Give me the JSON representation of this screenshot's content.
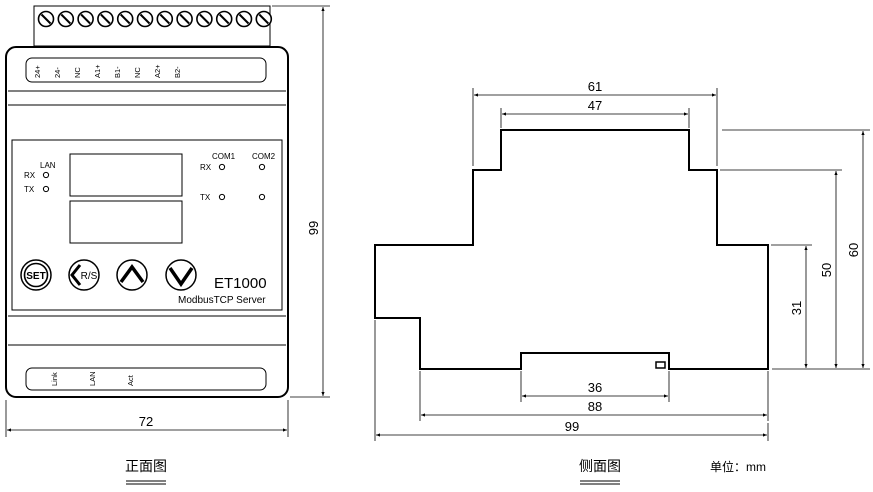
{
  "front_view": {
    "terminal_labels": [
      "24+",
      "24-",
      "NC",
      "A1+",
      "B1-",
      "NC",
      "A2+",
      "B2-"
    ],
    "led_left": {
      "title": "LAN",
      "rx": "RX",
      "tx": "TX"
    },
    "com_labels": [
      "COM1",
      "COM2"
    ],
    "led_right": {
      "rx": "RX",
      "tx": "TX"
    },
    "buttons": {
      "set": "SET",
      "rs": "R/S"
    },
    "model": "ET1000",
    "subtitle": "ModbusTCP Server",
    "status_labels": [
      "Link",
      "LAN",
      "Act"
    ],
    "dim_width": "72",
    "dim_height": "99",
    "caption": "正面图"
  },
  "side_view": {
    "dims": {
      "top_outer": "61",
      "top_inner": "47",
      "h60": "60",
      "h50": "50",
      "h31": "31",
      "bottom36": "36",
      "bottom88": "88",
      "bottom99": "99"
    },
    "caption": "侧面图",
    "unit": "单位：mm"
  }
}
